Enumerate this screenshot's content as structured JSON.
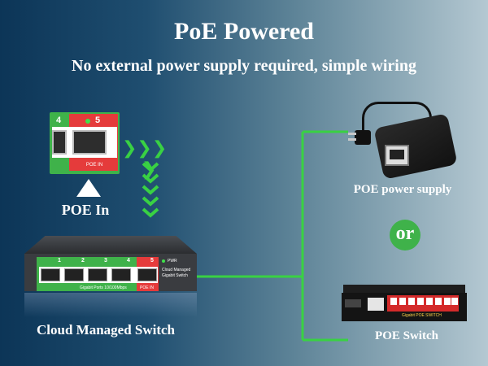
{
  "title": "PoE Powered",
  "subtitle": "No external power supply required, simple wiring",
  "poe_in_port": {
    "port_left": "4",
    "port_right": "5",
    "port_label": "POE IN"
  },
  "poe_in_label": "POE In",
  "switch": {
    "label": "Cloud Managed Switch",
    "port_numbers": [
      "1",
      "2",
      "3",
      "4",
      "5"
    ],
    "pwr_label": "PWR",
    "brand_line1": "Cloud Managed",
    "brand_line2": "Gigabit Switch",
    "front_text": "Gigabit Ports 10/100Mbps",
    "poe_in_text": "POE IN"
  },
  "power_supply_label": "POE power supply",
  "or_label": "or",
  "poe_switch": {
    "label": "POE Switch",
    "front_text": "Gigabit POE SWITCH"
  },
  "colors": {
    "accent_green": "#3fb24a",
    "accent_red": "#e53b3b",
    "cable_green": "#39d143"
  }
}
